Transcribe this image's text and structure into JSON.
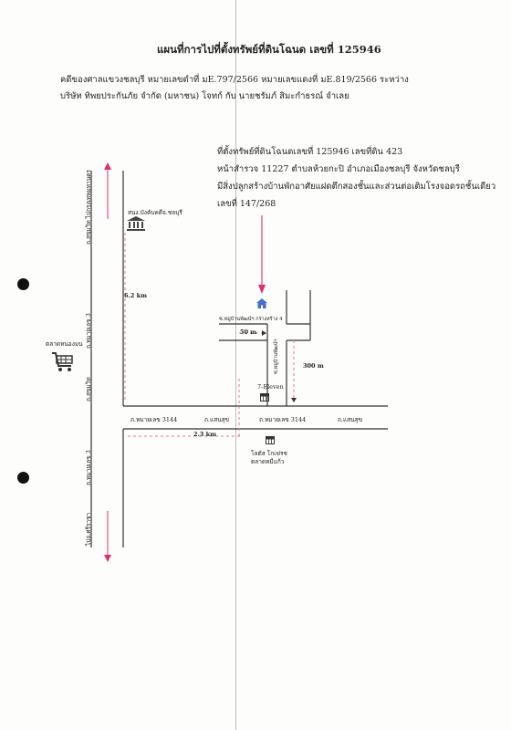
{
  "header": {
    "title": "แผนที่การไปที่ตั้งทรัพย์ที่ดินโฉนด เลขที่ 125946",
    "line1": "คดีของศาลแขวงชลบุรี  หมายเลขดำที่ มE.797/2566  หมายเลขแดงที่ มE.819/2566  ระหว่าง",
    "line2": "บริษัท ทิพยประกันภัย จำกัด (มหาชน) โจทก์ กับ นายชรัมภ์ สิมะกำธรณ์ จำเลย"
  },
  "property_info": {
    "line1": "ที่ตั้งทรัพย์ที่ดินโฉนดเลขที่ 125946  เลขที่ดิน 423",
    "line2": "หน้าสำรวจ 11227  ตำบลห้วยกะปิ อำเภอเมืองชลบุรี จังหวัดชลบุรี",
    "line3": "มีสิ่งปลูกสร้างบ้านพักอาศัยแฝดตึกสองชั้นและส่วนต่อเติมโรงจอดรถชั้นเดียว",
    "line4": "เลขที่ 147/268"
  },
  "map": {
    "road_top_left": "ถ.สุขุมวิท ไปกรุงเทพมหานคร",
    "road_left_upper": "ถ.หมายเลข 3",
    "road_left_mid": "ถ.สุขุมวิท",
    "road_left_lower": "ถ.หมายเลข 3",
    "road_bottom_left": "ไปอ.ศรีราชา",
    "road_bottom_1": "ถ.หมายเลข 3144",
    "road_bottom_2": "ถ.แสนสุข",
    "road_bottom_3": "ถ.หมายเลข 3144",
    "road_bottom_4": "ถ.แสนสุข",
    "soi_village": "ซ.หมู่บ้านพัฒน์ฯ กร่างสร้าง 4",
    "soi_vertical": "ซ.หมู่บ้านพัฒน์ฯ",
    "dist_62": "6.2 km",
    "dist_50": "50 m",
    "dist_300": "300 m",
    "dist_23": "2.3 km",
    "landmark_bank": "สนง.บังคับคดีจ.ชลบุรี",
    "landmark_market": "ตลาดหนองมน",
    "landmark_7eleven": "7-Eleven",
    "landmark_lotus_1": "โลตัส โกเฟรช",
    "landmark_lotus_2": "ตลาดหมีแก้ว"
  },
  "colors": {
    "arrow": "#e0306a",
    "ink": "#222222",
    "house": "#4a6fc9"
  },
  "icons": {
    "bank": "bank-icon",
    "cart": "shopping-cart-icon",
    "house": "house-icon",
    "store": "store-icon",
    "lotus": "store-icon"
  }
}
